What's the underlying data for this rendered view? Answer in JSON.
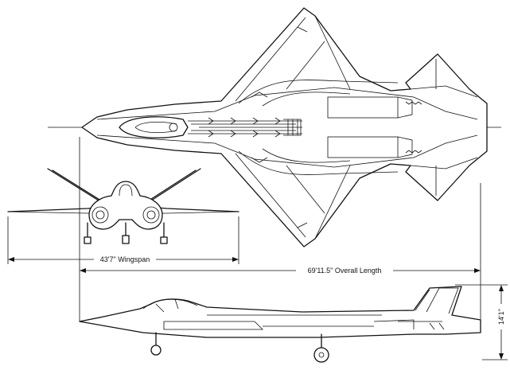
{
  "labels": {
    "wingspan": "43'7\" Wingspan",
    "overall_length": "69'11.5\" Overall Length",
    "height": "14'1\""
  }
}
